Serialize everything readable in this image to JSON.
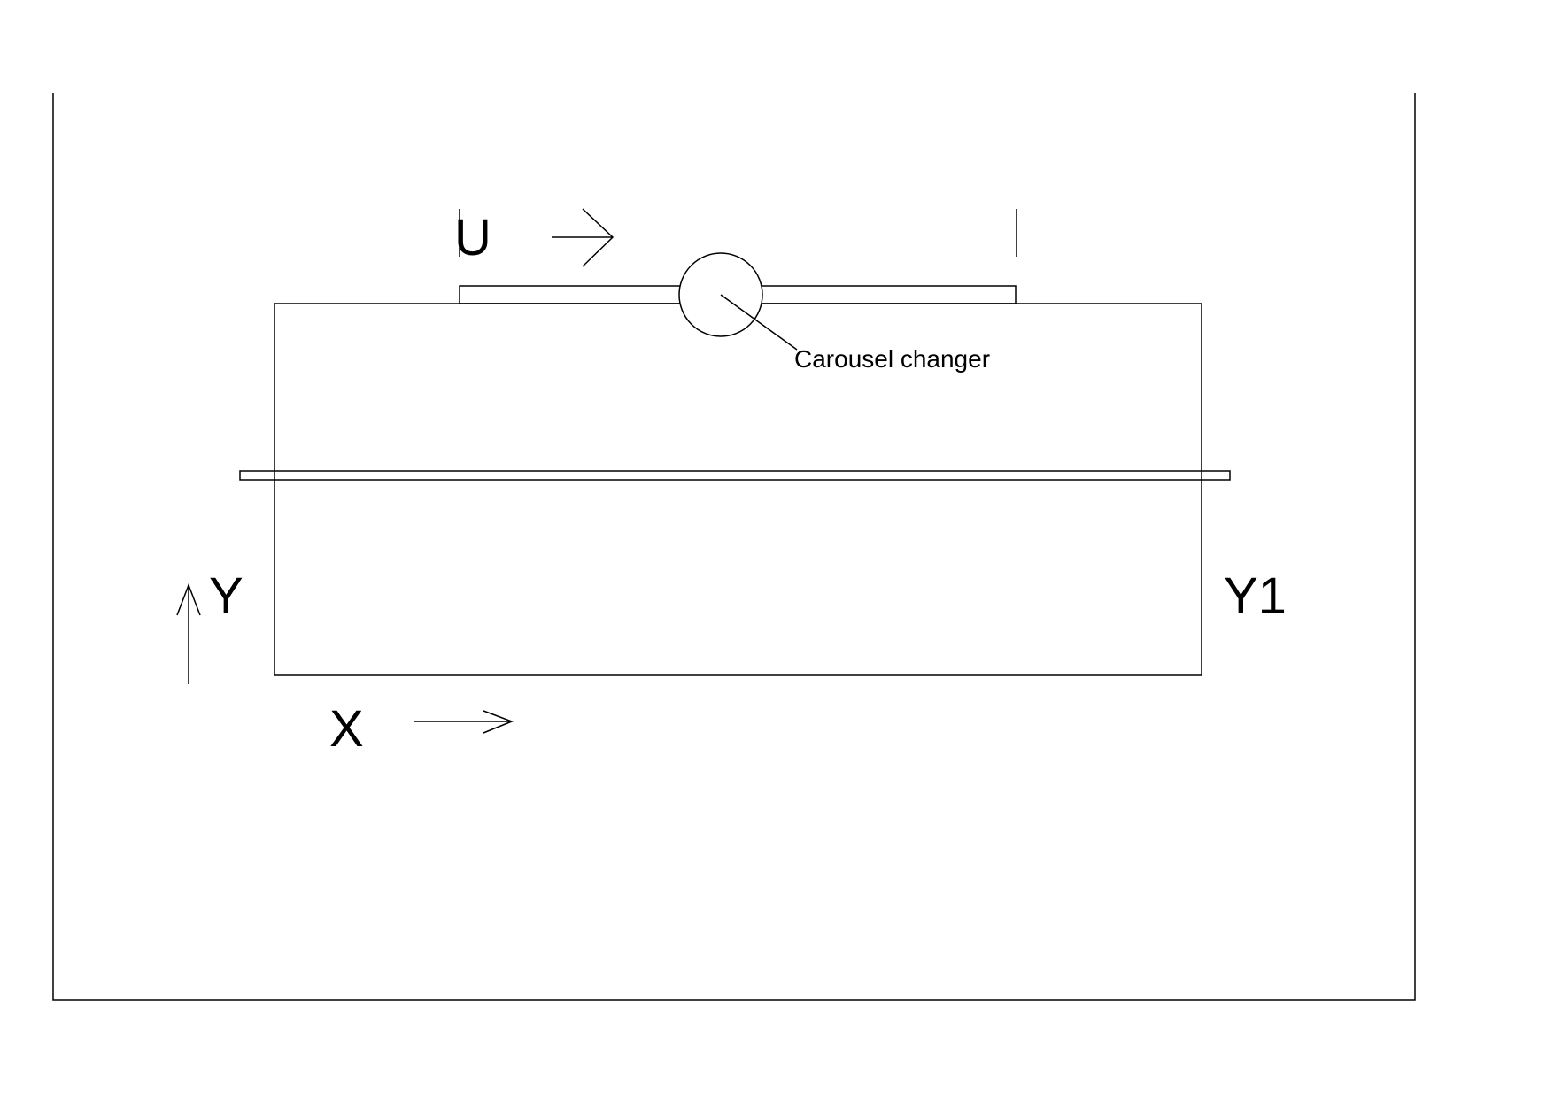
{
  "diagram": {
    "labels": {
      "u_axis": "U",
      "x_axis": "X",
      "y_axis": "Y",
      "y1_axis": "Y1",
      "carousel": "Carousel changer"
    },
    "colors": {
      "stroke": "#000000",
      "background": "#ffffff"
    },
    "icons": {
      "u_arrow": "arrow-right-icon",
      "x_arrow": "arrow-right-icon",
      "y_arrow": "arrow-up-icon"
    }
  }
}
